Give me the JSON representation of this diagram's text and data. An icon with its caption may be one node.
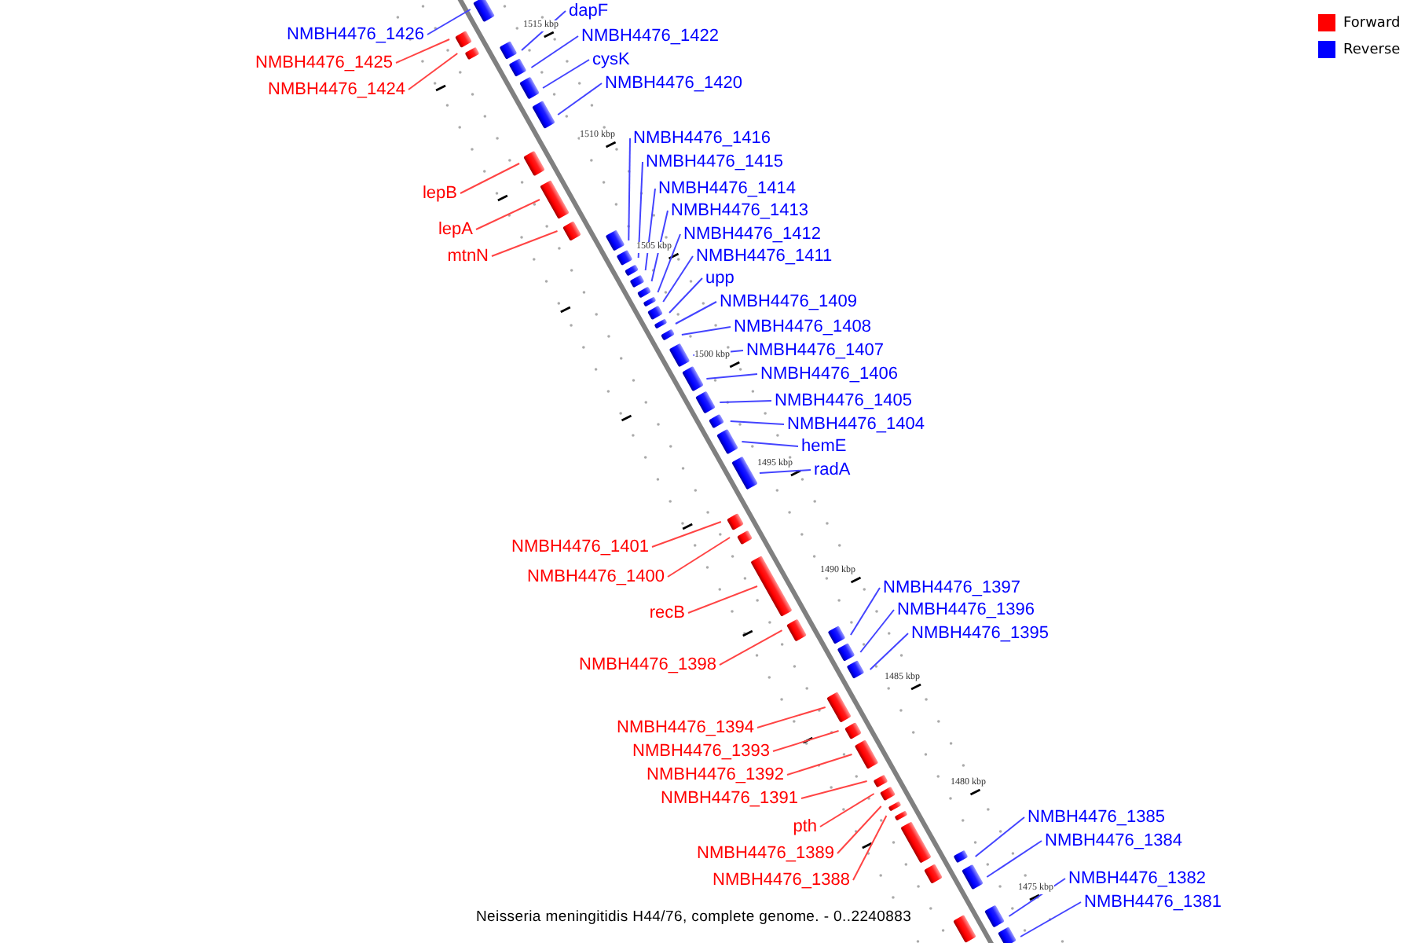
{
  "diagram": {
    "caption": "Neisseria meningitidis H44/76, complete genome. - 0..2240883",
    "nodes": [
      {
        "text": [
          "dapF"
        ]
      },
      {
        "text": [
          "NMBH4476_1426"
        ]
      },
      {
        "text": [
          "NMBH4476_1422"
        ]
      },
      {
        "text": [
          "NMBH4476_1425"
        ]
      },
      {
        "text": [
          "cysK"
        ]
      },
      {
        "text": [
          "NMBH4476_1420"
        ]
      },
      {
        "text": [
          "NMBH4476_1424"
        ]
      },
      {
        "text": [
          "NMBH4476_1416"
        ]
      },
      {
        "text": [
          "NMBH4476_1415"
        ]
      },
      {
        "text": [
          "NMBH4476_1414"
        ]
      },
      {
        "text": [
          "lepB"
        ]
      },
      {
        "text": [
          "NMBH4476_1413"
        ]
      },
      {
        "text": [
          "lepA"
        ]
      },
      {
        "text": [
          "NMBH4476_1412"
        ]
      },
      {
        "text": [
          "mtnN"
        ]
      },
      {
        "text": [
          "NMBH4476_1411"
        ]
      },
      {
        "text": [
          "upp"
        ]
      },
      {
        "text": [
          "NMBH4476_1409"
        ]
      },
      {
        "text": [
          "NMBH4476_1408"
        ]
      },
      {
        "text": [
          "NMBH4476_1407"
        ]
      },
      {
        "text": [
          "NMBH4476_1406"
        ]
      },
      {
        "text": [
          "NMBH4476_1405"
        ]
      },
      {
        "text": [
          "NMBH4476_1404"
        ]
      },
      {
        "text": [
          "hemE"
        ]
      },
      {
        "text": [
          "radA"
        ]
      },
      {
        "text": [
          "NMBH4476_1401"
        ]
      },
      {
        "text": [
          "NMBH4476_1400"
        ]
      },
      {
        "text": [
          "NMBH4476_1397"
        ]
      },
      {
        "text": [
          "NMBH4476_1396"
        ]
      },
      {
        "text": [
          "recB"
        ]
      },
      {
        "text": [
          "NMBH4476_1395"
        ]
      },
      {
        "text": [
          "NMBH4476_1398"
        ]
      },
      {
        "text": [
          "NMBH4476_1394"
        ]
      },
      {
        "text": [
          "NMBH4476_1393"
        ]
      },
      {
        "text": [
          "NMBH4476_1392"
        ]
      },
      {
        "text": [
          "NMBH4476_1391"
        ]
      },
      {
        "text": [
          "NMBH4476_1385"
        ]
      },
      {
        "text": [
          "pth"
        ]
      },
      {
        "text": [
          "NMBH4476_1384"
        ]
      },
      {
        "text": [
          "NMBH4476_1389"
        ]
      },
      {
        "text": [
          "NMBH4476_1382"
        ]
      },
      {
        "text": [
          "NMBH4476_1388"
        ]
      },
      {
        "text": [
          "NMBH4476_1381"
        ]
      },
      {
        "text": [],
        "shape": "box"
      },
      {
        "text": [],
        "shape": "box"
      },
      {
        "text": [],
        "shape": "box"
      },
      {
        "text": [],
        "shape": "box"
      },
      {
        "text": [],
        "shape": "box"
      },
      {
        "text": [],
        "shape": "box"
      },
      {
        "text": [],
        "shape": "box"
      },
      {
        "text": [],
        "shape": "box"
      },
      {
        "text": [],
        "shape": "box"
      },
      {
        "text": [],
        "shape": "box"
      },
      {
        "text": [],
        "shape": "box"
      },
      {
        "text": [],
        "shape": "box"
      },
      {
        "text": [],
        "shape": "box"
      },
      {
        "text": [],
        "shape": "box"
      },
      {
        "text": [],
        "shape": "box"
      },
      {
        "text": [],
        "shape": "box"
      },
      {
        "text": [],
        "shape": "box"
      },
      {
        "text": [],
        "shape": "box"
      },
      {
        "text": [],
        "shape": "box"
      },
      {
        "text": [],
        "shape": "box"
      },
      {
        "text": [],
        "shape": "box"
      },
      {
        "text": [],
        "shape": "box"
      },
      {
        "text": [],
        "shape": "box"
      },
      {
        "text": [],
        "shape": "box"
      },
      {
        "text": [],
        "shape": "box"
      },
      {
        "text": [],
        "shape": "box"
      },
      {
        "text": [],
        "shape": "box"
      },
      {
        "text": [],
        "shape": "box"
      },
      {
        "text": [],
        "shape": "box"
      },
      {
        "text": [],
        "shape": "box"
      },
      {
        "text": [],
        "shape": "box"
      },
      {
        "text": [],
        "shape": "box"
      },
      {
        "text": [],
        "shape": "box"
      },
      {
        "text": [],
        "shape": "box"
      },
      {
        "text": [],
        "shape": "box"
      },
      {
        "text": [],
        "shape": "box"
      },
      {
        "text": [],
        "shape": "box"
      },
      {
        "text": [],
        "shape": "box"
      },
      {
        "text": [],
        "shape": "box"
      },
      {
        "text": [],
        "shape": "box"
      },
      {
        "text": [],
        "shape": "box"
      },
      {
        "text": [],
        "shape": "box"
      },
      {
        "text": [],
        "shape": "box"
      },
      {
        "text": [],
        "shape": "box"
      },
      {
        "text": [],
        "shape": "box"
      },
      {
        "text": [],
        "shape": "box"
      }
    ],
    "edges": [
      {
        "from": 0,
        "to": 45,
        "arrow": "none",
        "color": "#4444ff"
      },
      {
        "from": 1,
        "to": 43,
        "arrow": "none",
        "color": "#4444ff"
      },
      {
        "from": 2,
        "to": 47,
        "arrow": "none",
        "color": "#4444ff"
      },
      {
        "from": 3,
        "to": 44,
        "arrow": "none",
        "color": "#ff4444"
      },
      {
        "from": 4,
        "to": 48,
        "arrow": "none",
        "color": "#4444ff"
      },
      {
        "from": 5,
        "to": 49,
        "arrow": "none",
        "color": "#4444ff"
      },
      {
        "from": 6,
        "to": 46,
        "arrow": "none",
        "color": "#ff4444"
      },
      {
        "from": 7,
        "to": 53,
        "arrow": "none",
        "color": "#4444ff"
      },
      {
        "from": 8,
        "to": 54,
        "arrow": "none",
        "color": "#4444ff"
      },
      {
        "from": 9,
        "to": 55,
        "arrow": "none",
        "color": "#4444ff"
      },
      {
        "from": 10,
        "to": 50,
        "arrow": "none",
        "color": "#ff4444"
      },
      {
        "from": 11,
        "to": 56,
        "arrow": "none",
        "color": "#4444ff"
      },
      {
        "from": 12,
        "to": 51,
        "arrow": "none",
        "color": "#ff4444"
      },
      {
        "from": 13,
        "to": 57,
        "arrow": "none",
        "color": "#4444ff"
      },
      {
        "from": 14,
        "to": 52,
        "arrow": "none",
        "color": "#ff4444"
      },
      {
        "from": 15,
        "to": 58,
        "arrow": "none",
        "color": "#4444ff"
      },
      {
        "from": 16,
        "to": 59,
        "arrow": "none",
        "color": "#4444ff"
      },
      {
        "from": 17,
        "to": 60,
        "arrow": "none",
        "color": "#4444ff"
      },
      {
        "from": 18,
        "to": 61,
        "arrow": "none",
        "color": "#4444ff"
      },
      {
        "from": 19,
        "to": 62,
        "arrow": "none",
        "color": "#4444ff"
      },
      {
        "from": 20,
        "to": 63,
        "arrow": "none",
        "color": "#4444ff"
      },
      {
        "from": 21,
        "to": 64,
        "arrow": "none",
        "color": "#4444ff"
      },
      {
        "from": 22,
        "to": 65,
        "arrow": "none",
        "color": "#4444ff"
      },
      {
        "from": 23,
        "to": 66,
        "arrow": "none",
        "color": "#4444ff"
      },
      {
        "from": 24,
        "to": 67,
        "arrow": "none",
        "color": "#4444ff"
      },
      {
        "from": 25,
        "to": 68,
        "arrow": "none",
        "color": "#ff4444"
      },
      {
        "from": 26,
        "to": 69,
        "arrow": "none",
        "color": "#ff4444"
      },
      {
        "from": 27,
        "to": 72,
        "arrow": "none",
        "color": "#4444ff"
      },
      {
        "from": 28,
        "to": 73,
        "arrow": "none",
        "color": "#4444ff"
      },
      {
        "from": 29,
        "to": 70,
        "arrow": "none",
        "color": "#ff4444"
      },
      {
        "from": 30,
        "to": 74,
        "arrow": "none",
        "color": "#4444ff"
      },
      {
        "from": 31,
        "to": 71,
        "arrow": "none",
        "color": "#ff4444"
      },
      {
        "from": 32,
        "to": 75,
        "arrow": "none",
        "color": "#ff4444"
      },
      {
        "from": 33,
        "to": 76,
        "arrow": "none",
        "color": "#ff4444"
      },
      {
        "from": 34,
        "to": 77,
        "arrow": "none",
        "color": "#ff4444"
      },
      {
        "from": 35,
        "to": 78,
        "arrow": "none",
        "color": "#ff4444"
      },
      {
        "from": 36,
        "to": 83,
        "arrow": "none",
        "color": "#4444ff"
      },
      {
        "from": 37,
        "to": 79,
        "arrow": "none",
        "color": "#ff4444"
      },
      {
        "from": 38,
        "to": 85,
        "arrow": "none",
        "color": "#4444ff"
      },
      {
        "from": 39,
        "to": 80,
        "arrow": "none",
        "color": "#ff4444"
      },
      {
        "from": 40,
        "to": 86,
        "arrow": "none",
        "color": "#4444ff"
      },
      {
        "from": 41,
        "to": 81,
        "arrow": "none",
        "color": "#ff4444"
      },
      {
        "from": 42,
        "to": 88,
        "arrow": "none",
        "color": "#4444ff"
      }
    ],
    "labels": [
      "1515 kbp",
      "1510 kbp",
      "1505 kbp",
      "1500 kbp",
      "1495 kbp",
      "1490 kbp",
      "1485 kbp",
      "1480 kbp",
      "1475 kbp"
    ],
    "legend": [
      {
        "text": "Forward",
        "color": "#ff0000"
      },
      {
        "text": "Reverse",
        "color": "#0000ff"
      }
    ]
  }
}
